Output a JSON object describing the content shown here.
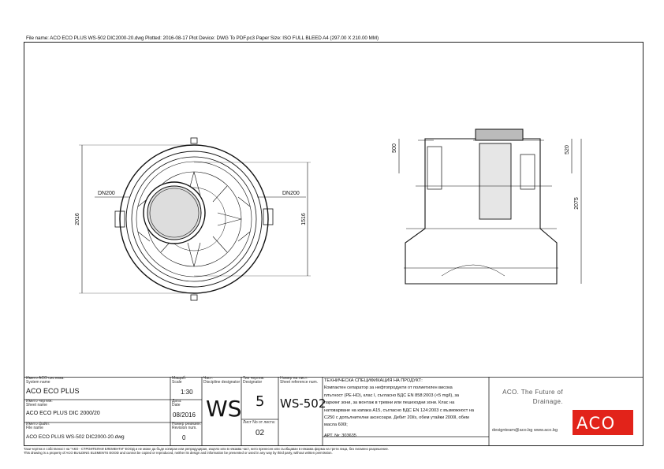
{
  "header": {
    "text": "File name: ACO ECO PLUS WS-502 DIC2000-20.dwg   Plotted: 2016-08-17   Plot Device: DWG To PDF.pc3   Paper Size: ISO FULL BLEED A4 (297.00 X 210.00 MM)"
  },
  "drawing": {
    "plan_dims": {
      "height": "2016",
      "inner": "1516",
      "pipe_left": "DN200",
      "pipe_right": "DN200"
    },
    "section_dims": {
      "top_left": "500",
      "top_right": "520",
      "height": "2075"
    }
  },
  "titleblock": {
    "system_label": "Името ACO система:",
    "system_label_en": "System name",
    "system_value": "ACO ECO PLUS",
    "drawing_label": "Името чертеж:",
    "drawing_label_en": "Sheet name",
    "drawing_value": "ACO ECO PLUS DIC 2000/20",
    "file_label": "Името файл:",
    "file_label_en": "File name",
    "file_value": "ACO ECO PLUS WS-502 DIC2000-20.dwg",
    "scale_label": "Мащаб:",
    "scale_label_en": "Scale",
    "scale_value": "1:30",
    "date_label": "Дата:",
    "date_label_en": "Date",
    "date_value": "08/2016",
    "rev_label": "Номер ревизия:",
    "rev_label_en": "Revision num.",
    "rev_value": "0",
    "part_label": "Част:",
    "part_label_en": "Discipline designator",
    "part_value": "WS",
    "type_label": "Тип чертеж:",
    "type_label_en": "Designator",
    "type_value": "5",
    "sheetcount_label": "Лист No от листа:",
    "sheetcount_value": "02",
    "sheetno_label": "Номер на лист:",
    "sheetno_label_en": "Sheet reference num.",
    "sheetno_value": "WS-502",
    "spec_title": "ТЕХНИЧЕСКА СПЕЦИФИКАЦИЯ НА ПРОДУКТ:",
    "spec_lines": [
      "Компактен сепаратор за нефтопродукти от полиетилен високa",
      "плътност (PE-HD), клас I, съгласно БДС EN 858:2003 (<5 mg/l), за",
      "паркинг зони, за монтаж в тревни или пешеходни зони. Клас на",
      "натоварване на капака A15, съгласно БДС EN 124:2003 с възможност на",
      "C250 с допълнителни аксесоари. Дебит 20l/s, обем утайки 2000l, обем",
      "масла 600l;"
    ],
    "art_no": "АРТ. №: 303635",
    "tagline_1": "ACO. The Future of",
    "tagline_2": "Drainage.",
    "contact": "designteam@aco.bg   www.aco.bg",
    "logo_text": "ACO"
  },
  "footer": {
    "line1": "Тази чертеж е собственост на \"АКО - СТРОИТЕЛНИ ЕЛЕМЕНТИ\" ЕООД и не може да бъде копиран или репродуциран, изцяло или в някаква част, нито пренесен или съобщаван в някаква форма на трети лица, без писмено разрешение.",
    "line2": "This drawing is a property of ACO BUILDING ELEMENTS EOOD and cannot be copied or reproduced, neither its design and information be presented or used in any way by third party, without written permission."
  }
}
